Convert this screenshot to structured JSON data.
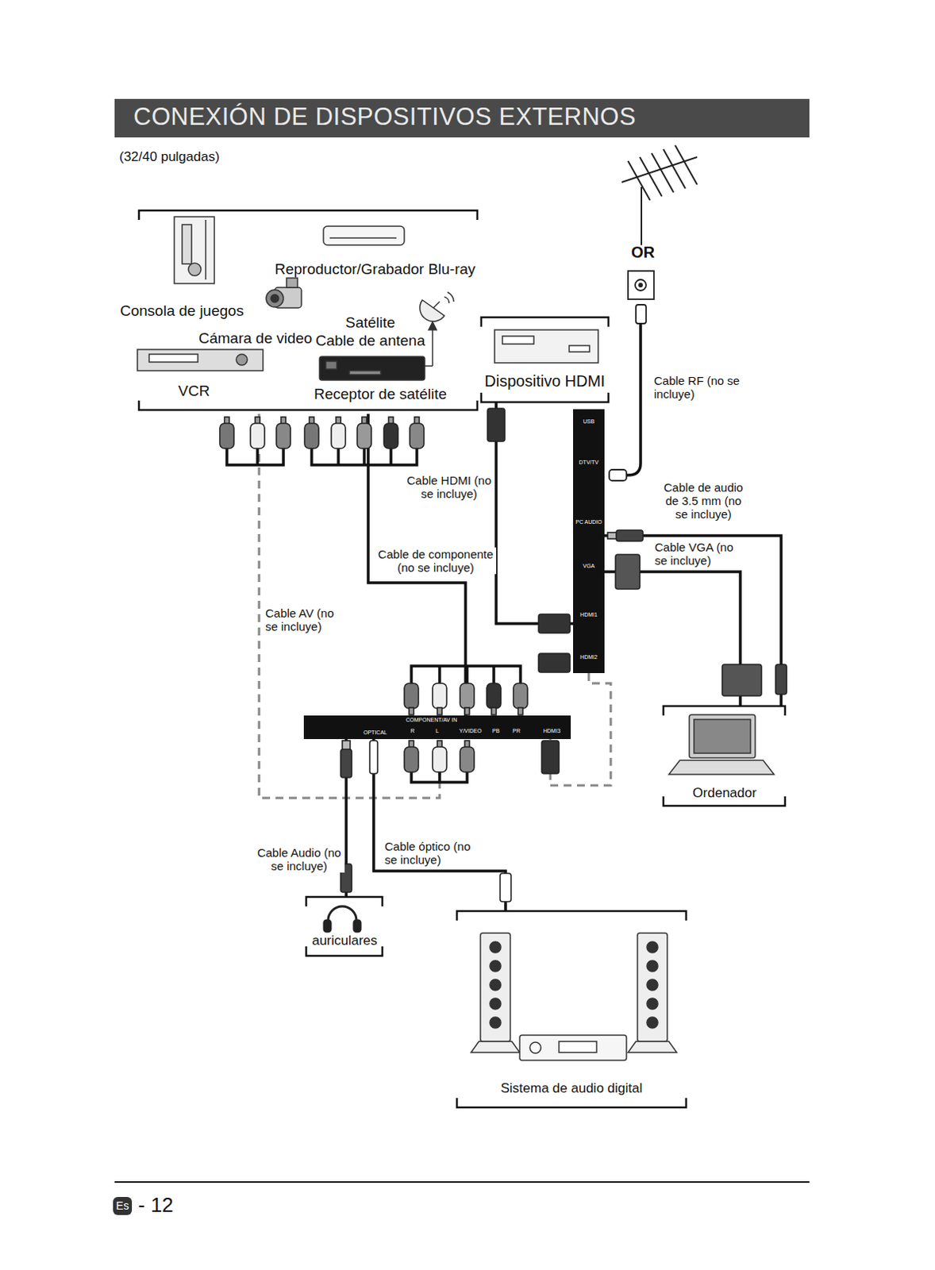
{
  "diagram": {
    "title": "CONEXIÓN DE DISPOSITIVOS EXTERNOS",
    "nodes": [
      {
        "text": [
          "Reproductor/Grabador Blu-ray",
          "Consola de juegos",
          "Cámara de video",
          "Satélite",
          "Cable de antena",
          "VCR",
          "Receptor de satélite"
        ]
      },
      {
        "text": [
          "Dispositivo HDMI"
        ]
      },
      {
        "text": [
          "USB",
          "DTV/TV",
          "PC AUDIO",
          "VGA",
          "HDMI1",
          "HDMI2"
        ]
      },
      {
        "text": [
          "OPTICAL",
          "COMPONENT/AV IN",
          "R",
          "L",
          "Y/VIDEO",
          "PB",
          "PR",
          "HDMI3"
        ]
      },
      {
        "text": [
          "Ordenador"
        ]
      },
      {
        "text": [
          "auriculares"
        ]
      },
      {
        "text": [
          "Sistema de audio digital"
        ]
      }
    ],
    "edges": [
      {
        "from": 0,
        "to": 3,
        "label": "Cable de componente (no se incluye)",
        "arrow": "none"
      },
      {
        "from": 0,
        "to": 3,
        "label": "Cable AV (no se incluye)",
        "arrow": "none"
      },
      {
        "from": 1,
        "to": 2,
        "label": "Cable HDMI (no se incluye)",
        "arrow": "none"
      },
      {
        "from": 2,
        "to": 4,
        "label": "Cable de audio de 3.5 mm (no se incluye)",
        "arrow": "none"
      },
      {
        "from": 2,
        "to": 4,
        "label": "Cable VGA (no se incluye)",
        "arrow": "none"
      },
      {
        "from": 3,
        "to": 5,
        "label": "Cable Audio (no se incluye)",
        "arrow": "none"
      },
      {
        "from": 3,
        "to": 6,
        "label": "Cable óptico (no se incluye)",
        "arrow": "none"
      },
      {
        "from": 2,
        "to": 3,
        "arrow": "none"
      }
    ],
    "labels": [
      "(32/40 pulgadas)",
      "OR",
      "Cable RF (no se incluye)",
      "Es",
      "- 12"
    ]
  }
}
